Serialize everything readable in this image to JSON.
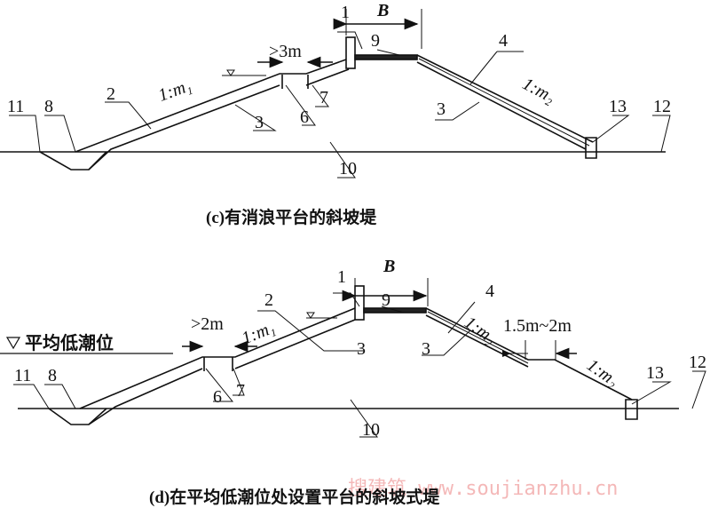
{
  "diagram_c": {
    "caption": "(c)有消浪平台的斜坡堤",
    "labels": {
      "n1": "1",
      "B": "B",
      "n9": "9",
      "n4": "4",
      "berm": ">3m",
      "slope1": "1:m₁",
      "n2": "2",
      "n3a": "3",
      "n6": "6",
      "n7": "7",
      "n11": "11",
      "n8": "8",
      "n10": "10",
      "n3b": "3",
      "slope2": "1:m₂",
      "n13": "13",
      "n12": "12"
    }
  },
  "diagram_d": {
    "caption": "(d)在平均低潮位处设置平台的斜坡式堤",
    "water_level": "平均低潮位",
    "labels": {
      "n1": "1",
      "B": "B",
      "n9": "9",
      "n2": "2",
      "n4": "4",
      "berm": ">2m",
      "slope1": "1:m₁",
      "n3a": "3",
      "n3b": "3",
      "slope2a": "1:m₂",
      "berm2": "1.5m~2m",
      "slope2b": "1:m₂",
      "n13": "13",
      "n12": "12",
      "n11": "11",
      "n8": "8",
      "n6": "6",
      "n7": "7",
      "n10": "10"
    }
  },
  "watermark": "搜建筑 www.soujianzhu.cn"
}
